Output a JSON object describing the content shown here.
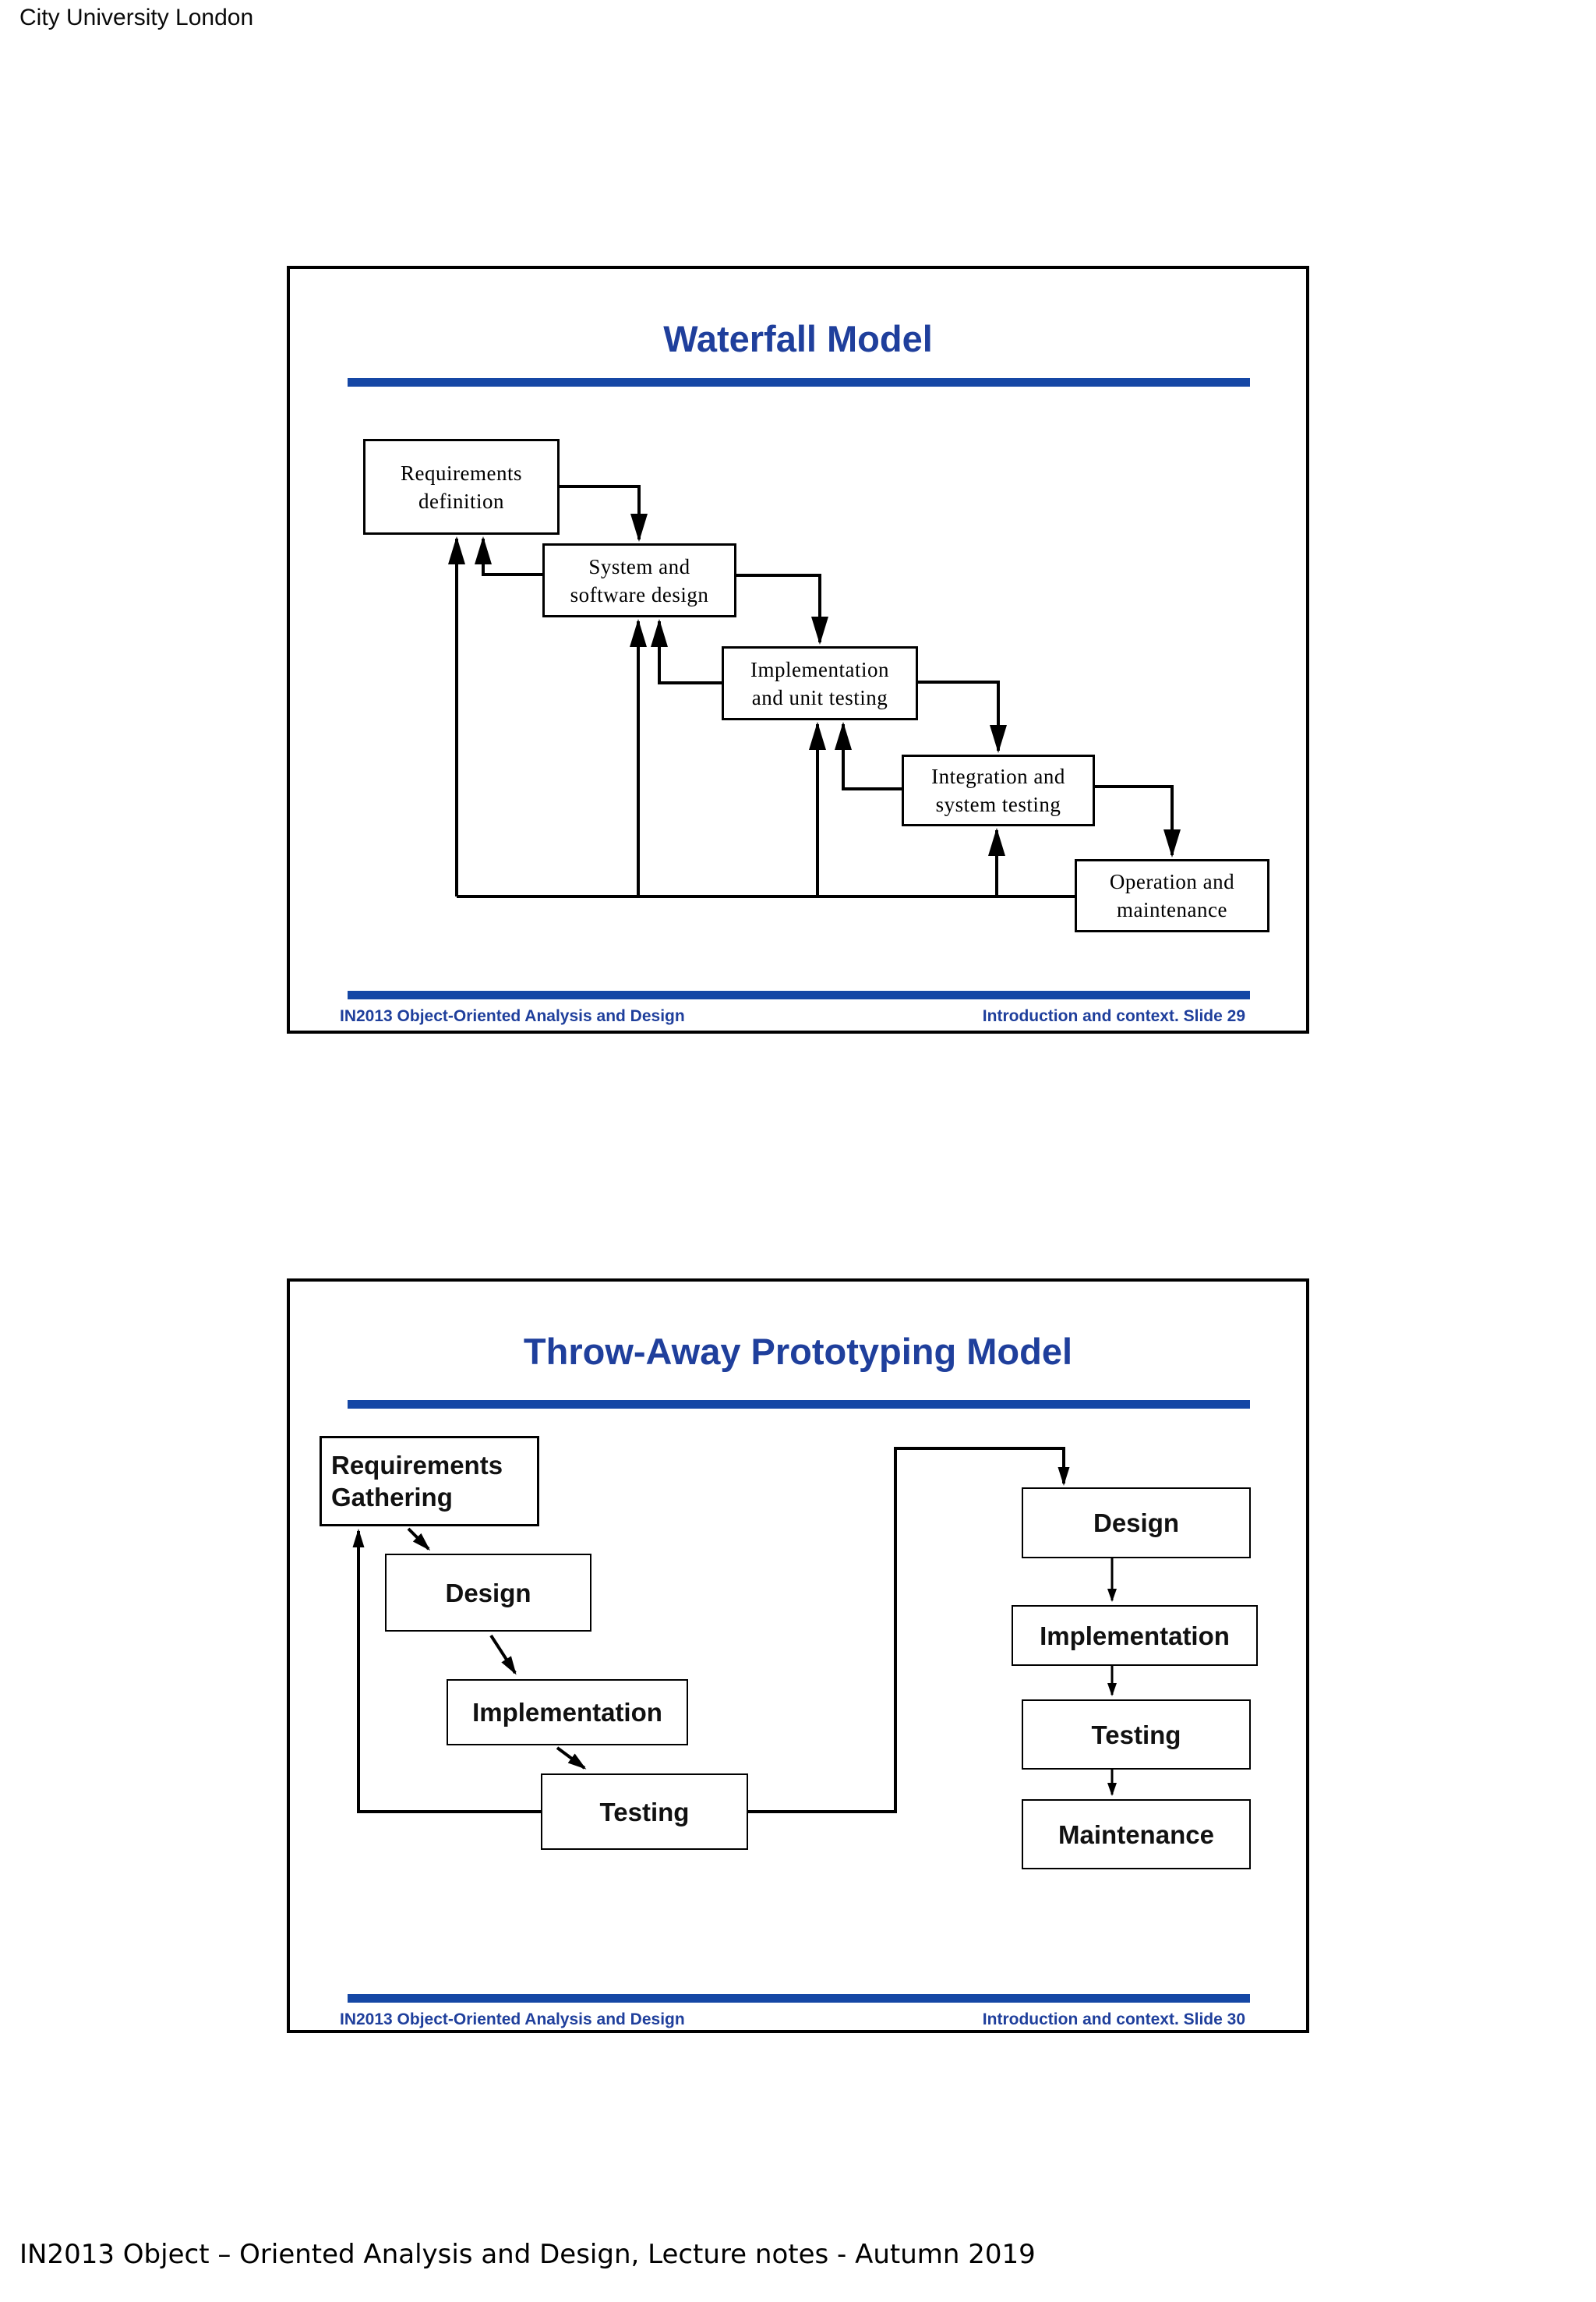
{
  "page": {
    "header": "City University London",
    "footer": "IN2013 Object – Oriented Analysis and Design, Lecture notes - Autumn 2019"
  },
  "colors": {
    "accent_blue_text": "#1f3f9c",
    "accent_blue_bar": "#1547a5",
    "diagram_line": "#000000"
  },
  "slide1": {
    "title": "Waterfall Model",
    "footer_left": "IN2013 Object-Oriented Analysis and Design",
    "footer_right": "Introduction and context. Slide 29",
    "boxes": [
      {
        "name": "requirements-definition",
        "lines": [
          "Requirements",
          "definition"
        ]
      },
      {
        "name": "system-software-design",
        "lines": [
          "System and",
          "software design"
        ]
      },
      {
        "name": "implementation-unit-testing",
        "lines": [
          "Implementation",
          "and unit testing"
        ]
      },
      {
        "name": "integration-system-testing",
        "lines": [
          "Integration and",
          "system testing"
        ]
      },
      {
        "name": "operation-maintenance",
        "lines": [
          "Operation and",
          "maintenance"
        ]
      }
    ]
  },
  "slide2": {
    "title": "Throw-Away Prototyping Model",
    "footer_left": "IN2013 Object-Oriented Analysis and Design",
    "footer_right": "Introduction and context. Slide 30",
    "boxes_left": [
      {
        "name": "requirements-gathering",
        "lines": [
          "Requirements",
          "Gathering"
        ]
      },
      {
        "name": "design",
        "lines": [
          "Design"
        ]
      },
      {
        "name": "implementation",
        "lines": [
          "Implementation"
        ]
      },
      {
        "name": "testing",
        "lines": [
          "Testing"
        ]
      }
    ],
    "boxes_right": [
      {
        "name": "design",
        "lines": [
          "Design"
        ]
      },
      {
        "name": "implementation",
        "lines": [
          "Implementation"
        ]
      },
      {
        "name": "testing",
        "lines": [
          "Testing"
        ]
      },
      {
        "name": "maintenance",
        "lines": [
          "Maintenance"
        ]
      }
    ]
  }
}
